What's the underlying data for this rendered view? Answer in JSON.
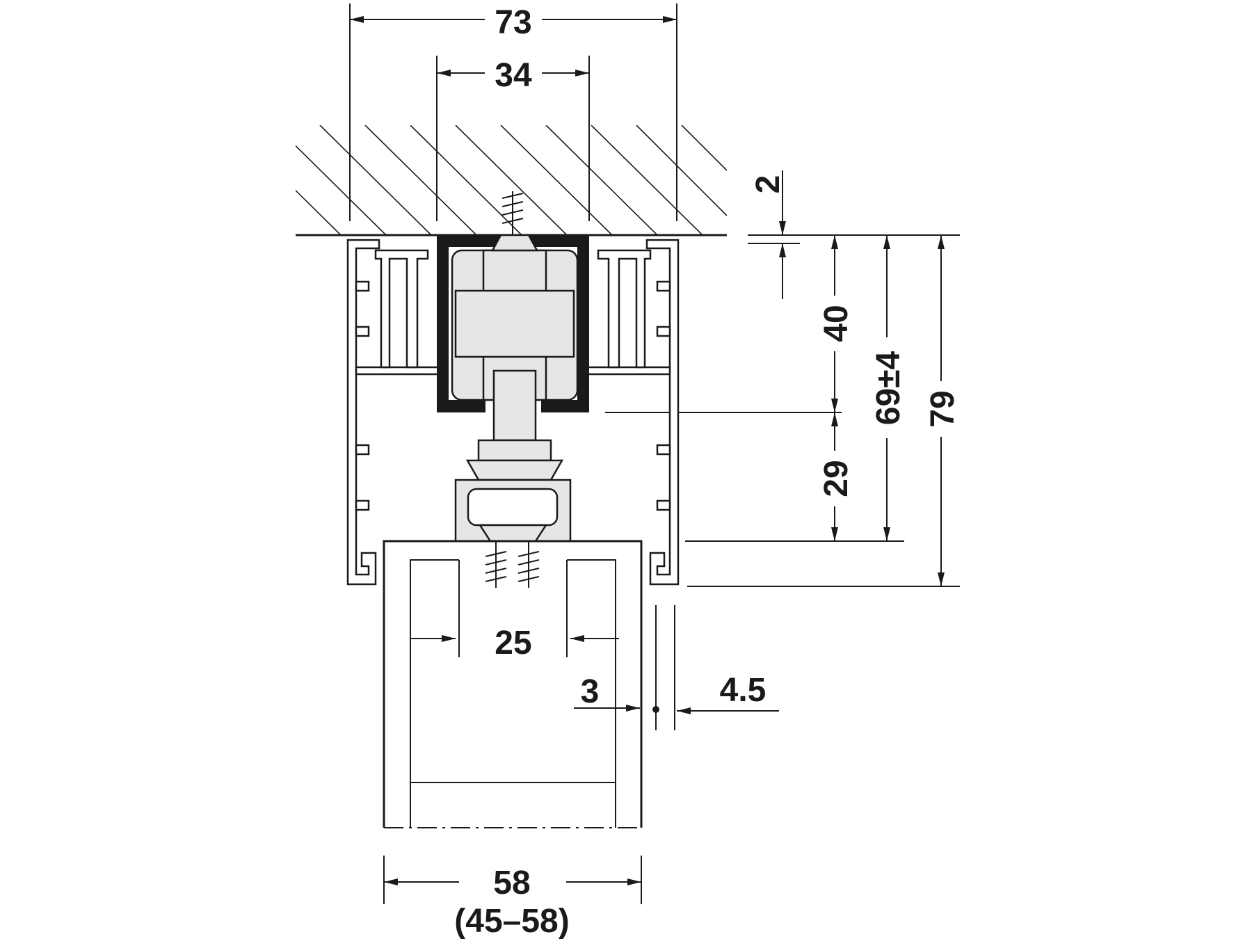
{
  "diagram": {
    "dimensions": {
      "overall_width": "73",
      "hanger_width": "34",
      "gap": "2",
      "upper_height": "40",
      "adjustable_height": "69±4",
      "total_height": "79",
      "lower_height": "29",
      "screw_spacing": "25",
      "inner_offset": "3",
      "outer_offset": "4.5",
      "door_thickness": "58",
      "door_thickness_range": "(45–58)"
    }
  }
}
